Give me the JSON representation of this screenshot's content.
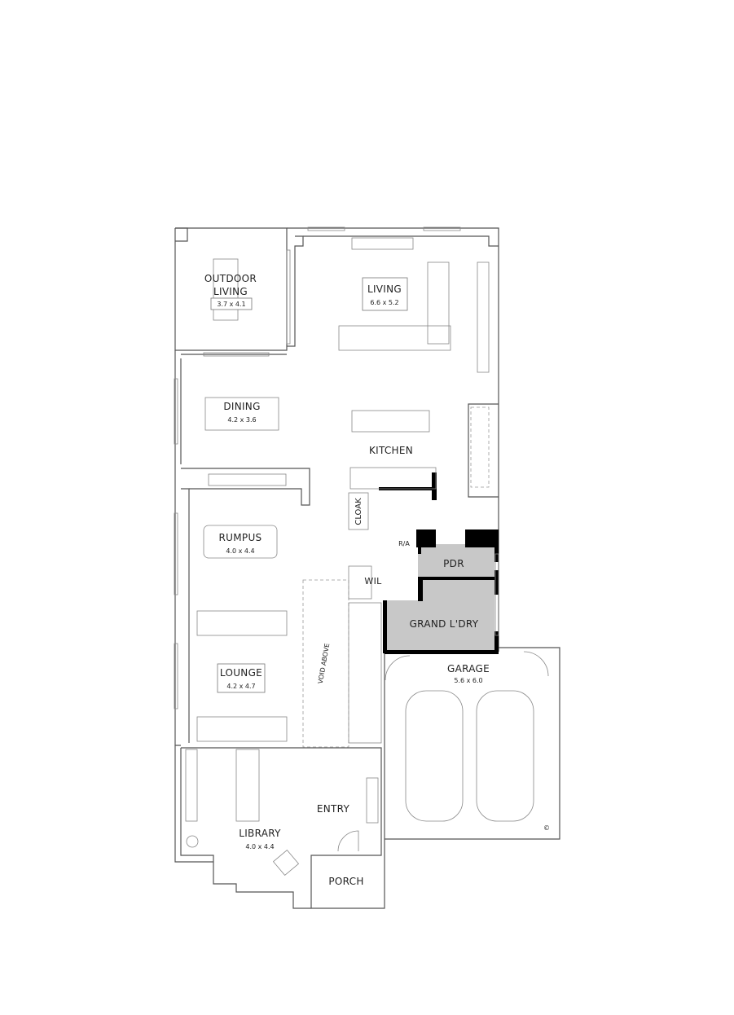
{
  "plan": {
    "rooms": {
      "outdoor_living": {
        "name_line1": "OUTDOOR",
        "name_line2": "LIVING",
        "size": "3.7 x 4.1"
      },
      "living": {
        "name": "LIVING",
        "size": "6.6 x 5.2"
      },
      "dining": {
        "name": "DINING",
        "size": "4.2 x 3.6"
      },
      "kitchen": {
        "name": "KITCHEN"
      },
      "cloak": {
        "name": "CLOAK"
      },
      "ra": {
        "name": "R/A"
      },
      "pdr": {
        "name": "PDR"
      },
      "wil": {
        "name": "WIL"
      },
      "laundry": {
        "name": "GRAND L'DRY"
      },
      "rumpus": {
        "name": "RUMPUS",
        "size": "4.0 x 4.4"
      },
      "lounge": {
        "name": "LOUNGE",
        "size": "4.2 x 4.7"
      },
      "void": {
        "name": "VOID ABOVE"
      },
      "garage": {
        "name": "GARAGE",
        "size": "5.6 x 6.0"
      },
      "entry": {
        "name": "ENTRY"
      },
      "library": {
        "name": "LIBRARY",
        "size": "4.0 x 4.4"
      },
      "porch": {
        "name": "PORCH"
      }
    },
    "copyright_mark": "©",
    "colors": {
      "wet_area_fill": "#c8c8c8",
      "wall": "#000000",
      "line": "#555555"
    }
  }
}
